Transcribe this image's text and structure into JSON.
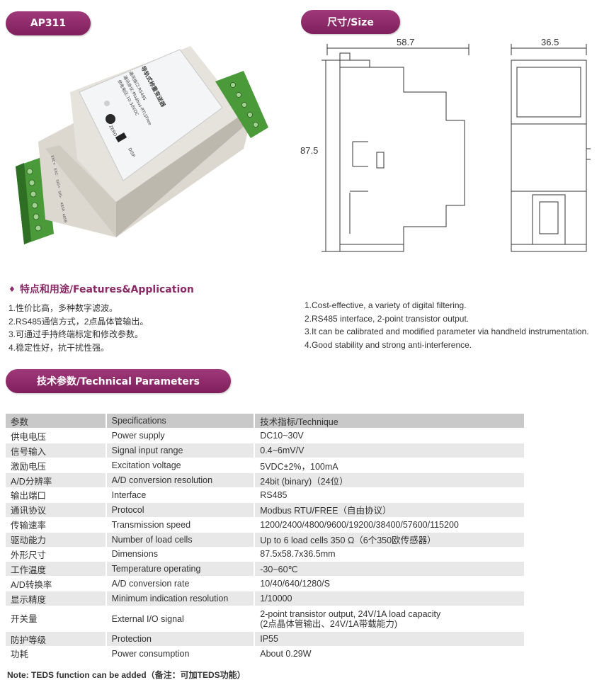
{
  "model_label": "AP311",
  "size_label": "尺寸/Size",
  "product": {
    "face_text": [
      "导轨式称重变送器",
      "通讯接口:RS485",
      "通讯协议:Modbus-RTU/Free",
      "供电电压:10-30VDC"
    ],
    "zero_label": "ZERO",
    "disp_label": "DISP",
    "terminal_labels": [
      "EXC+",
      "EXC-",
      "SIG+",
      "SIG-",
      "485A",
      "485B"
    ]
  },
  "dimensions": {
    "width_label": "58.7",
    "height_label": "87.5",
    "depth_label": "36.5"
  },
  "features": {
    "title": "特点和用途/Features&Application",
    "cn": [
      "1.性价比高，多种数字滤波。",
      "2.RS485通信方式，2点晶体管输出。",
      "3.可通过手持终端标定和修改参数。",
      "4.稳定性好，抗干扰性强。"
    ],
    "en": [
      "1.Cost-effective, a variety of digital filtering.",
      "2.RS485 interface, 2-point transistor output.",
      "3.It can be calibrated and modified parameter via handheld instrumentation.",
      "4.Good stability and strong anti-interference."
    ]
  },
  "tech_title": "技术参数/Technical Parameters",
  "table": {
    "headers": [
      "参数",
      "Specifications",
      "技术指标/Technique"
    ],
    "rows": [
      [
        "供电电压",
        "Power supply",
        "DC10~30V"
      ],
      [
        "信号输入",
        "Signal input range",
        "0.4~6mV/V"
      ],
      [
        "激励电压",
        "Excitation voltage",
        "5VDC±2%，100mA"
      ],
      [
        "A/D分辨率",
        "A/D conversion resolution",
        "24bit (binary)（24位）"
      ],
      [
        "输出端口",
        "Interface",
        "RS485"
      ],
      [
        "通讯协议",
        "Protocol",
        "Modbus RTU/FREE（自由协议）"
      ],
      [
        "传输速率",
        "Transmission speed",
        "1200/2400/4800/9600/19200/38400/57600/115200"
      ],
      [
        "驱动能力",
        "Number of load cells",
        "Up to 6 load cells 350 Ω（6个350欧传感器）"
      ],
      [
        "外形尺寸",
        "Dimensions",
        "87.5x58.7x36.5mm"
      ],
      [
        "工作温度",
        "Temperature operating",
        "-30~60℃"
      ],
      [
        "A/D转换率",
        "A/D conversion rate",
        "10/40/640/1280/S"
      ],
      [
        "显示精度",
        "Minimum indication resolution",
        "1/10000"
      ],
      [
        "开关量",
        "External I/O signal",
        "2-point transistor output, 24V/1A load capacity\n(2点晶体管输出、24V/1A带载能力)"
      ],
      [
        "防护等级",
        "Protection",
        "IP55"
      ],
      [
        "功耗",
        "Power consumption",
        "About 0.29W"
      ]
    ]
  },
  "note": "Note: TEDS function can be added（备注：可加TEDS功能）",
  "colors": {
    "accent": "#8a2a67",
    "header_bg": "#c9c9c9",
    "row_alt": "#e8e8e8"
  }
}
